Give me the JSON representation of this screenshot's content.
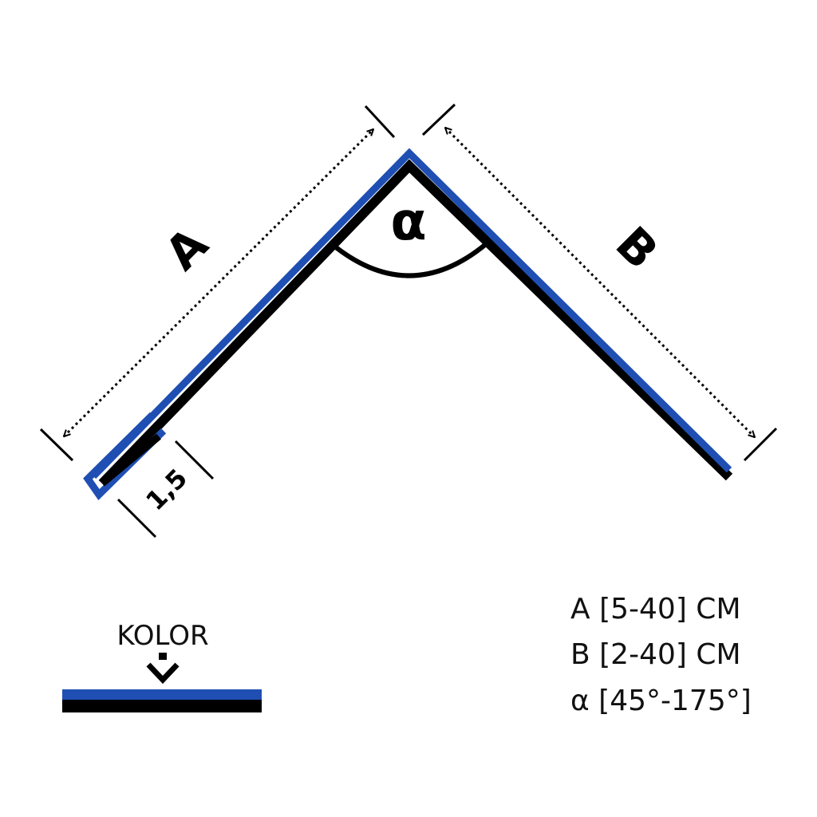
{
  "labels": {
    "side_a": "A",
    "side_b": "B",
    "angle": "α",
    "hem_width": "1,5"
  },
  "specs": [
    "A [5-40] CM",
    "B [2-40] CM",
    "α [45°-175°]"
  ],
  "legend": {
    "label": "KOLOR"
  },
  "colors": {
    "color_side": "#1f4fb3",
    "base": "#000000"
  },
  "icons": {
    "legend_pointer": "arrow-down-icon"
  }
}
